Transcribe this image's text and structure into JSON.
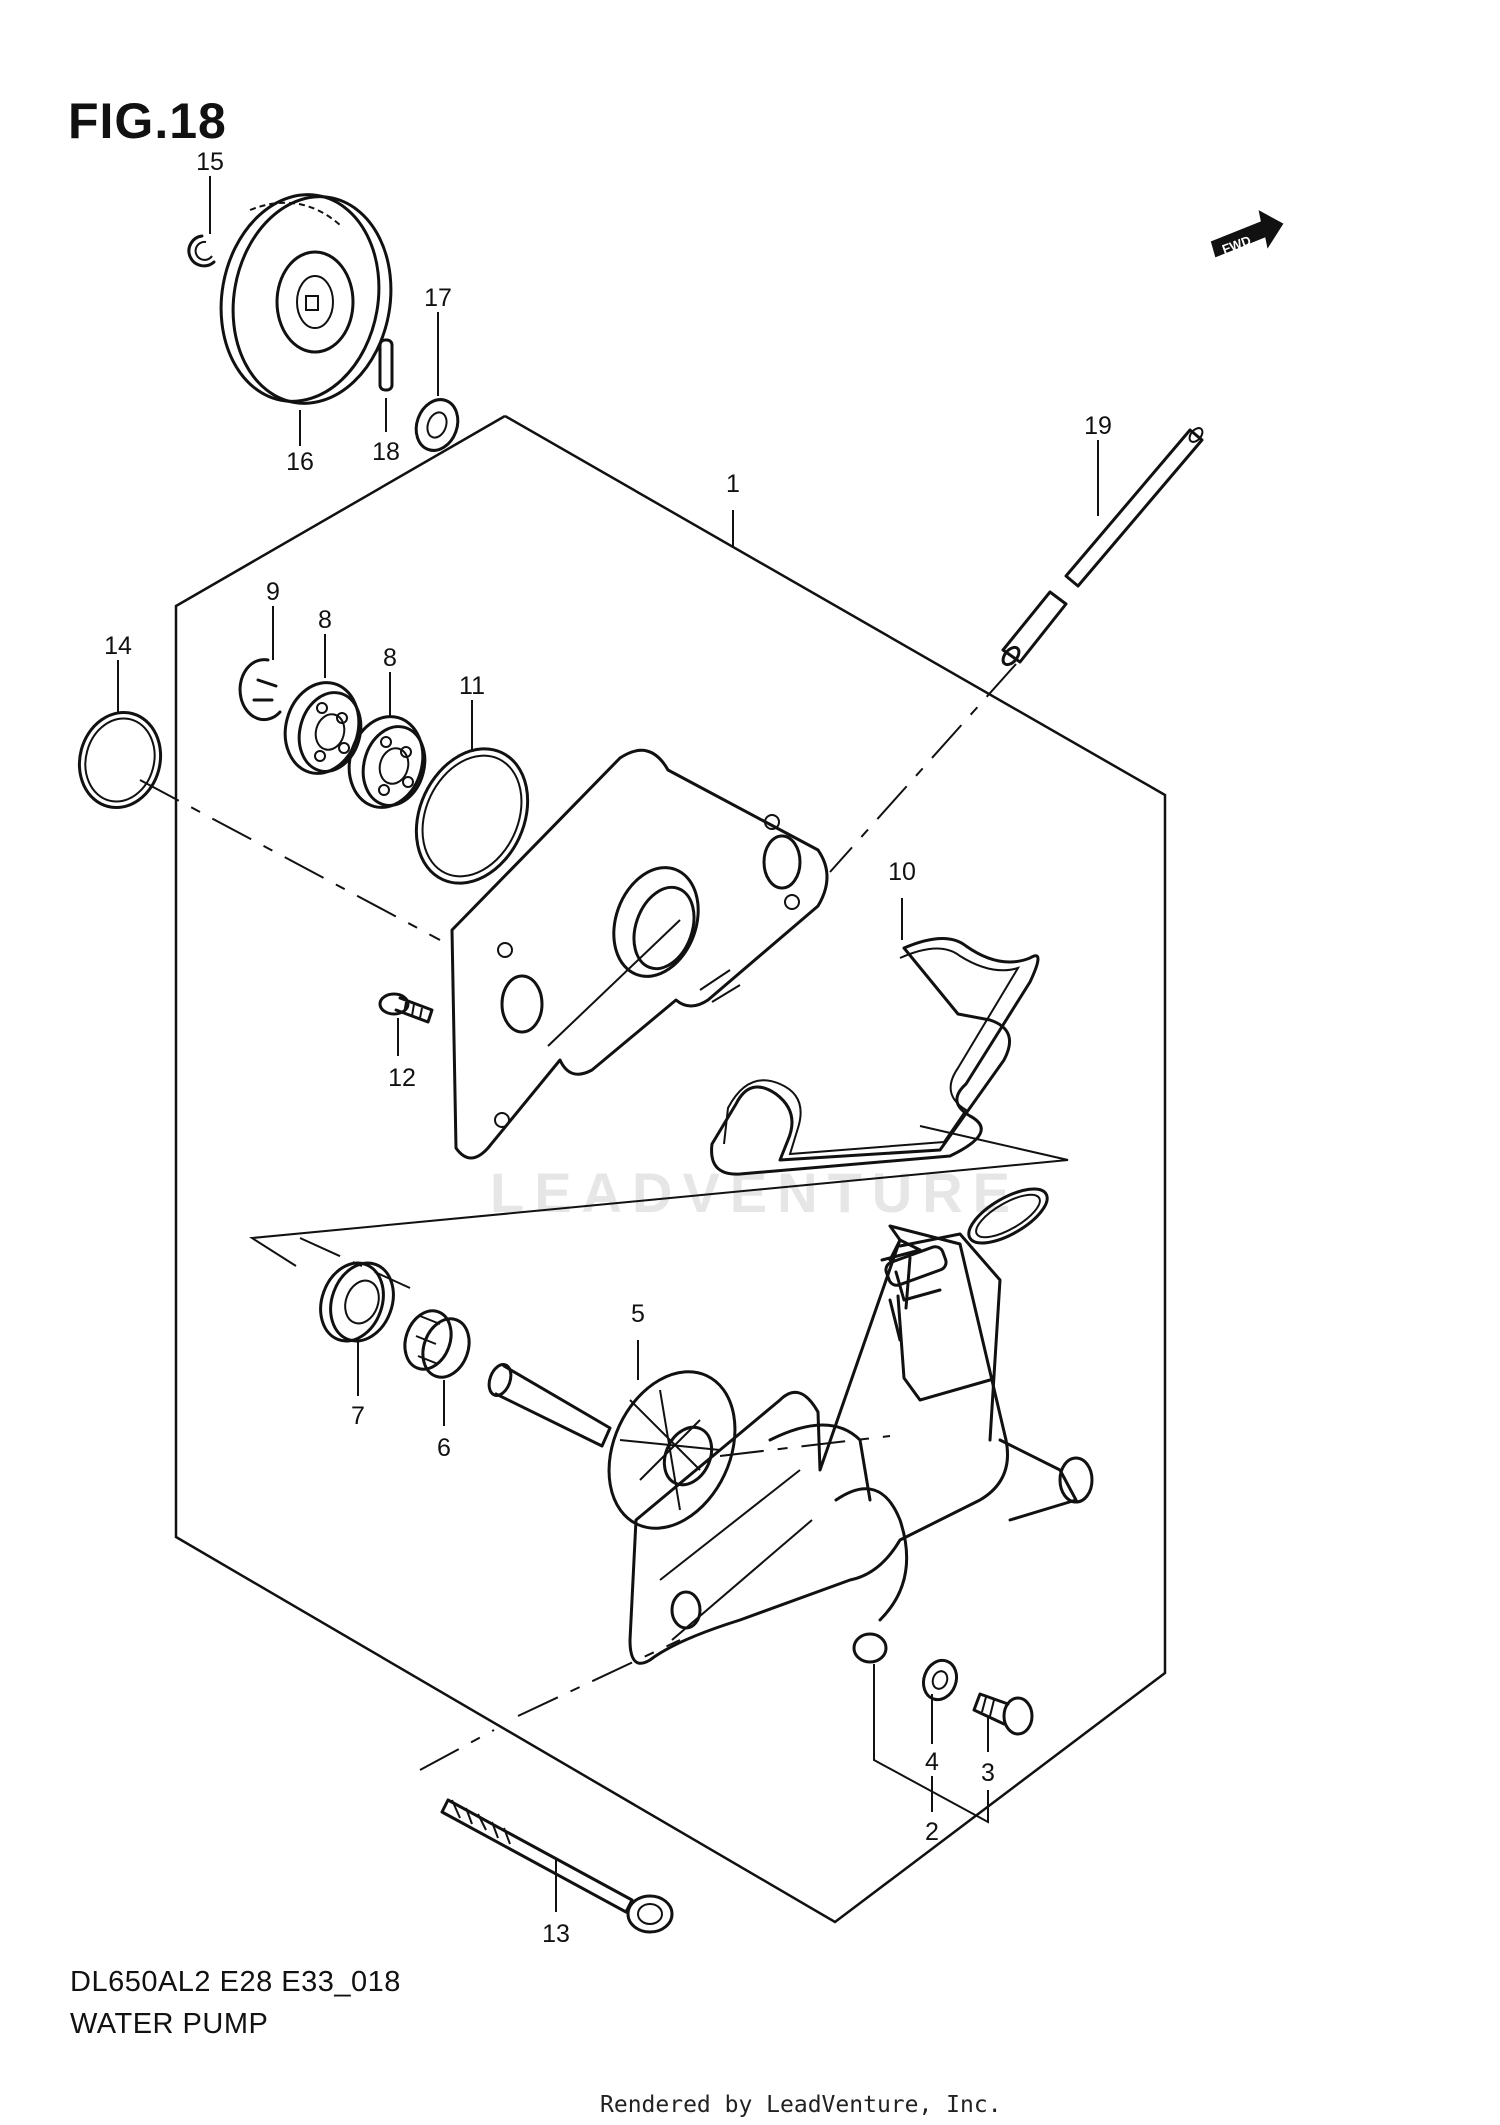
{
  "header": {
    "figure_title": "FIG.18"
  },
  "fwd_badge": {
    "label": "FWD",
    "icon": "forward-arrow-icon"
  },
  "watermark": {
    "text": "LEADVENTURE"
  },
  "callouts": [
    {
      "id": "1",
      "label": "1"
    },
    {
      "id": "2",
      "label": "2"
    },
    {
      "id": "3",
      "label": "3"
    },
    {
      "id": "4",
      "label": "4"
    },
    {
      "id": "5",
      "label": "5"
    },
    {
      "id": "6",
      "label": "6"
    },
    {
      "id": "7",
      "label": "7"
    },
    {
      "id": "8a",
      "label": "8"
    },
    {
      "id": "8b",
      "label": "8"
    },
    {
      "id": "9",
      "label": "9"
    },
    {
      "id": "10",
      "label": "10"
    },
    {
      "id": "11",
      "label": "11"
    },
    {
      "id": "12",
      "label": "12"
    },
    {
      "id": "13",
      "label": "13"
    },
    {
      "id": "14",
      "label": "14"
    },
    {
      "id": "15",
      "label": "15"
    },
    {
      "id": "16",
      "label": "16"
    },
    {
      "id": "17",
      "label": "17"
    },
    {
      "id": "18",
      "label": "18"
    },
    {
      "id": "19",
      "label": "19"
    }
  ],
  "footer": {
    "model_code": "DL650AL2 E28 E33_018",
    "section_name": "WATER PUMP",
    "credit": "Rendered by LeadVenture, Inc."
  }
}
